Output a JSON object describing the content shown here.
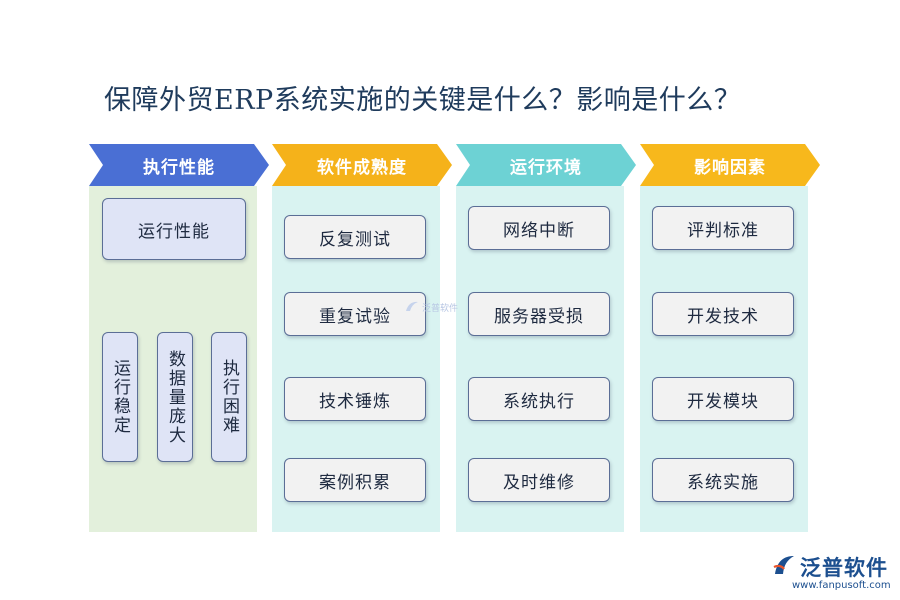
{
  "title": "保障外贸ERP系统实施的关键是什么？影响是什么？",
  "colors": {
    "blue": "#4a6fd4",
    "yellow": "#f5b21a",
    "teal": "#6dd2d4",
    "gold": "#f7b81c",
    "panel_green": "#e3f0dc",
    "panel_teal": "#d9f3f1",
    "box_blue": "#dfe4f6",
    "box_gray": "#f2f2f2"
  },
  "columns": [
    {
      "header": "执行性能",
      "top": "运行性能",
      "verticals": [
        "运行稳定",
        "数据量庞大",
        "执行困难"
      ]
    },
    {
      "header": "软件成熟度",
      "items": [
        "反复测试",
        "重复试验",
        "技术锤炼",
        "案例积累"
      ]
    },
    {
      "header": "运行环境",
      "items": [
        "网络中断",
        "服务器受损",
        "系统执行",
        "及时维修"
      ]
    },
    {
      "header": "影响因素",
      "items": [
        "评判标准",
        "开发技术",
        "开发模块",
        "系统实施"
      ]
    }
  ],
  "watermark": "泛普软件",
  "logo": {
    "name": "泛普软件",
    "url": "www.fanpusoft.com"
  }
}
